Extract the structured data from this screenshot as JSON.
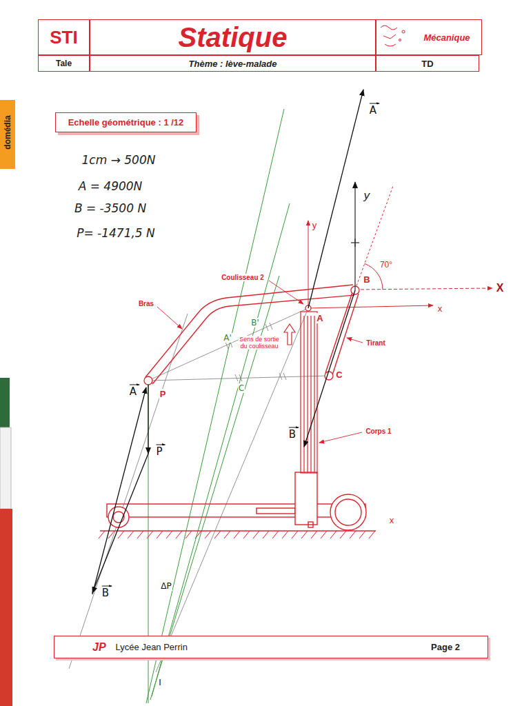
{
  "diagram": {
    "nodes": [
      {
        "text": [
          "STI"
        ]
      },
      {
        "text": [
          "Statique"
        ]
      },
      {
        "text": [
          "Mécanique"
        ]
      },
      {
        "text": [
          "Tale"
        ]
      },
      {
        "text": [
          "Thème : lève-malade"
        ]
      },
      {
        "text": [
          "TD"
        ]
      },
      {
        "text": [
          "Echelle géométrique : 1 /12"
        ]
      },
      {
        "text": [
          "JP",
          "Lycée Jean Perrin",
          "Page 2"
        ]
      }
    ],
    "labels": [
      "1cm → 500N",
      "A = 4900N",
      "B = -3500 N",
      "P= -1471,5 N",
      "A",
      "Coulisseau 2",
      "B",
      "70°",
      "X",
      "y",
      "y",
      "x",
      "A",
      "Bras",
      "Sens de sortie du coulisseau",
      "Tirant",
      "C",
      "P",
      "Corps 1",
      "x",
      "A",
      "P",
      "B",
      "B",
      "A'",
      "B'",
      "C",
      "ΔP",
      "I",
      "domédia"
    ]
  }
}
